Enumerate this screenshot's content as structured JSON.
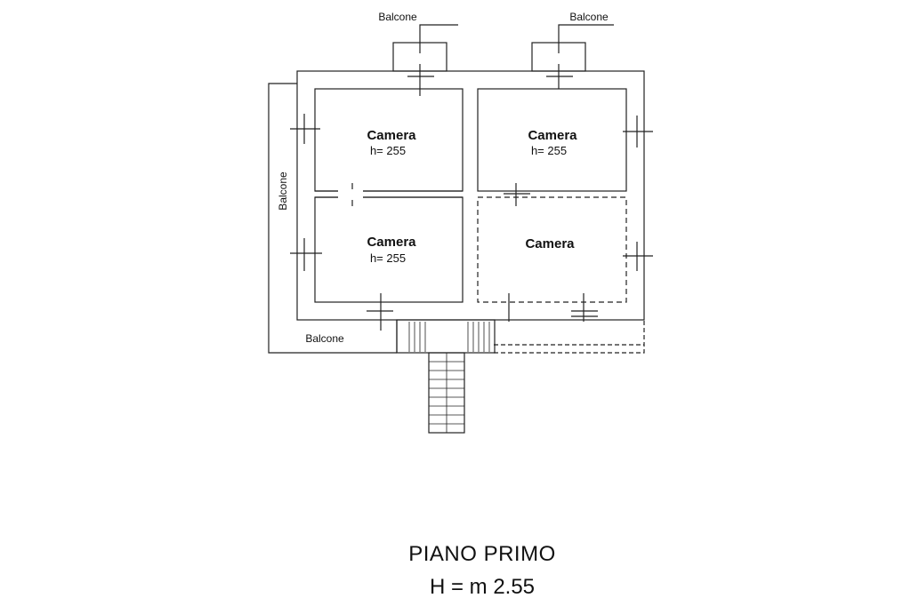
{
  "plan": {
    "rooms": [
      {
        "name": "Camera",
        "height": "h= 255"
      },
      {
        "name": "Camera",
        "height": "h= 255"
      },
      {
        "name": "Camera",
        "height": "h= 255"
      },
      {
        "name": "Camera",
        "height": ""
      }
    ],
    "balconies": [
      "Balcone",
      "Balcone",
      "Balcone",
      "Balcone"
    ]
  },
  "caption": {
    "floor": "PIANO PRIMO",
    "height": "H = m 2.55"
  }
}
